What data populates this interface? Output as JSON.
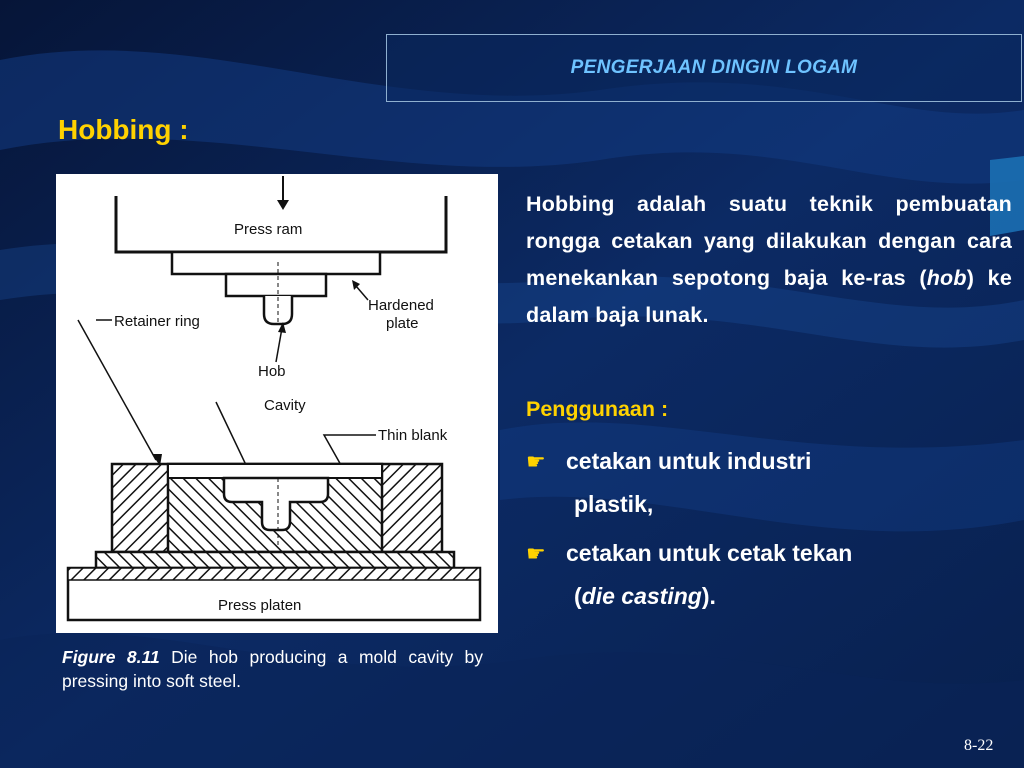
{
  "header": {
    "title": "PENGERJAAN DINGIN LOGAM"
  },
  "heading": "Hobbing :",
  "figure": {
    "labels": {
      "press_ram": "Press ram",
      "hardened_plate_1": "Hardened",
      "hardened_plate_2": "plate",
      "retainer_ring": "Retainer ring",
      "hob": "Hob",
      "cavity": "Cavity",
      "thin_blank": "Thin blank",
      "press_platen": "Press platen"
    },
    "caption": {
      "label": "Figure 8.11",
      "text": " Die hob producing a mold cavity by pressing into soft steel."
    }
  },
  "description": {
    "part1": "Hobbing adalah  suatu teknik pembuatan rongga cetakan yang dilakukan dengan cara menekankan sepotong baja ke-ras (",
    "italic": "hob",
    "part2": ") ke dalam baja lunak."
  },
  "usage": {
    "label": "Penggunaan :",
    "items": [
      {
        "line1": "cetakan untuk industri",
        "line2": "plastik,"
      },
      {
        "line1": "cetakan untuk cetak tekan",
        "line2_open": "(",
        "line2_italic": "die casting",
        "line2_close": ")."
      }
    ]
  },
  "icons": {
    "bullet": "pointing-hand-icon"
  },
  "colors": {
    "background": "#0a1f4a",
    "title": "#6ec3ff",
    "accent": "#ffd200",
    "text": "#ffffff"
  },
  "page_number": "8-22"
}
